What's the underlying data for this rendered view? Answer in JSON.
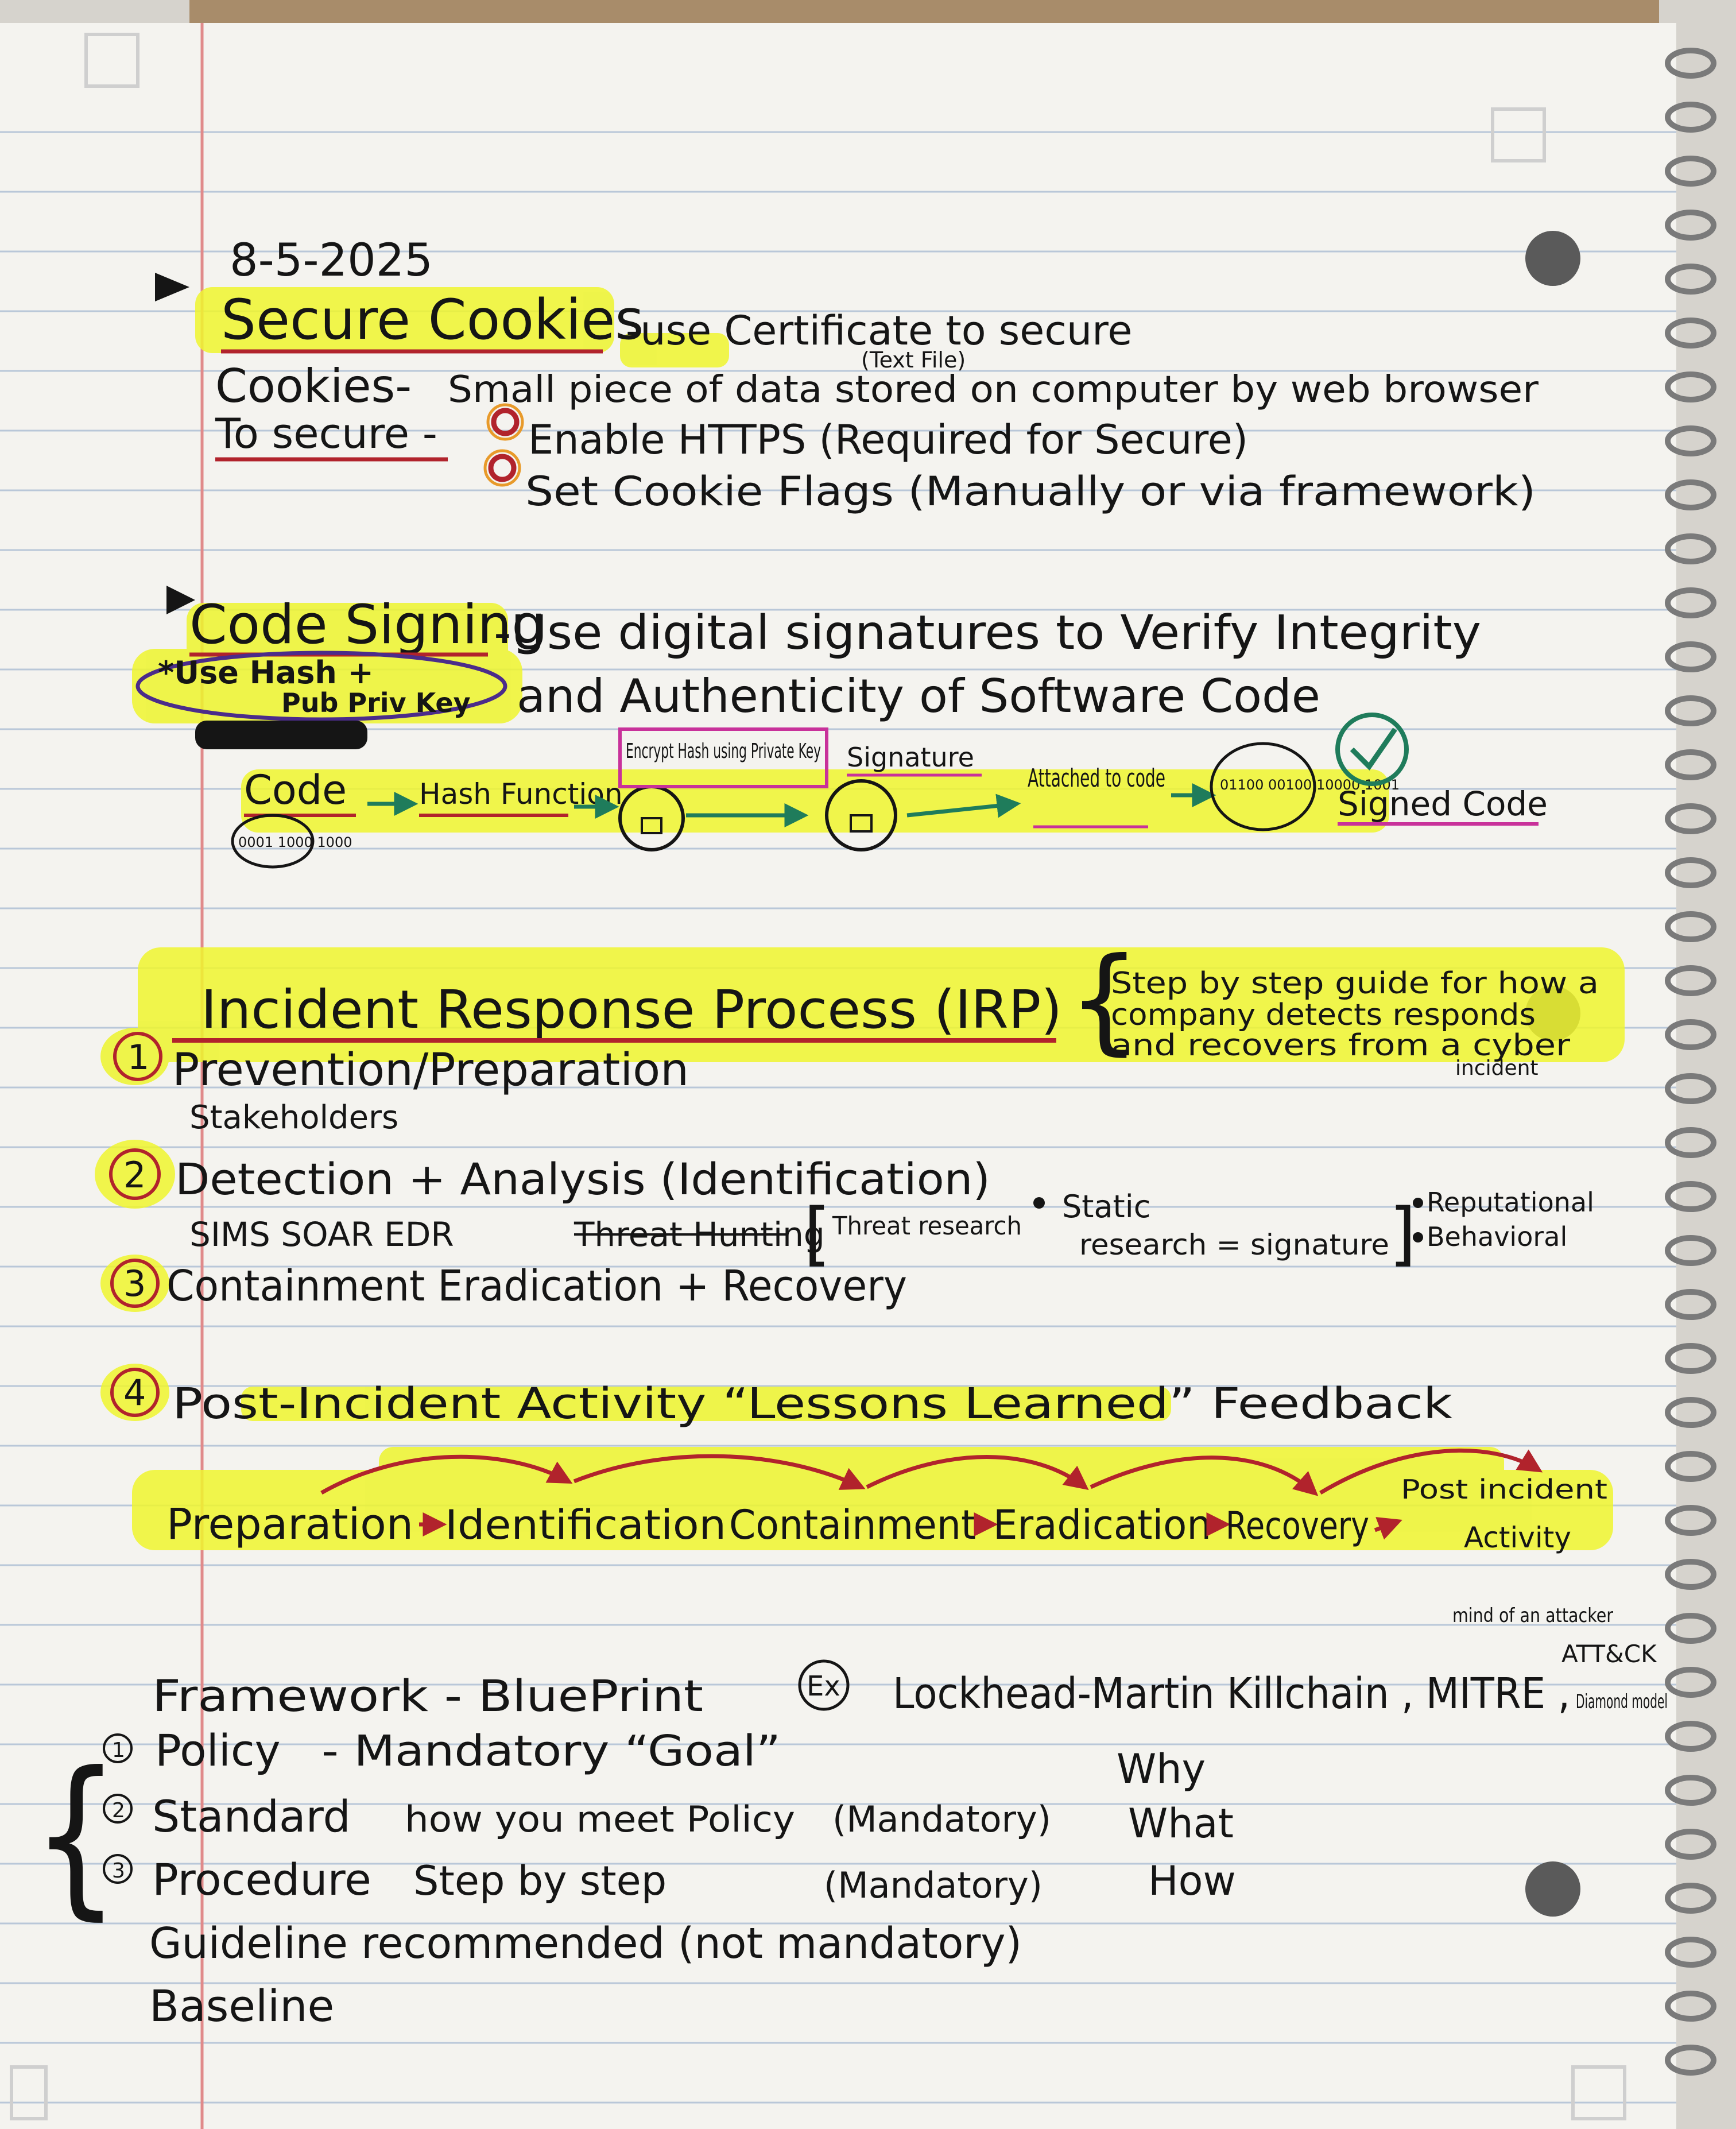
{
  "page": {
    "date": "8-5-2025",
    "colors": {
      "paper": "#f4f3ef",
      "rule_line": "#b9c7d8",
      "margin_line": "#e08a8a",
      "highlighter": "#eef52e",
      "ink_black": "#151515",
      "ink_red": "#b1232c",
      "ink_green": "#1f7c5b",
      "ink_pink": "#c8319a",
      "ink_purple": "#4b2c8a"
    }
  },
  "secure_cookies": {
    "heading": "Secure Cookies",
    "heading_note": "-use Certificate to secure",
    "definition_label": "Cookies-",
    "definition": "Small piece of data stored on computer by web browser",
    "definition_note": "(Text File)",
    "to_secure_label": "To secure -",
    "items": [
      "Enable HTTPS (Required for Secure)",
      "Set Cookie Flags (Manually or via framework)"
    ]
  },
  "code_signing": {
    "heading": "Code Signing",
    "description_1": "-Use digital signatures to Verify Integrity",
    "description_2": "and Authenticity of Software Code",
    "circled_note_1": "*Use Hash +",
    "circled_note_2": "Pub Priv Key",
    "flow": {
      "code": "Code",
      "code_bits": "0001 1000 1000",
      "hash_function": "Hash Function",
      "encrypt": "Encrypt Hash using Private Key",
      "signature": "Signature",
      "attached": "Attached to code",
      "blob_bits": "01100 00100 10000 1001",
      "signed": "Signed Code"
    }
  },
  "irp": {
    "heading": "Incident Response Process (IRP)",
    "side_note_1": "Step by step guide for how a",
    "side_note_2": "company detects responds",
    "side_note_3": "and recovers from a cyber",
    "side_note_4": "incident",
    "steps": [
      {
        "num": "1",
        "text": "Prevention/Preparation"
      },
      {
        "num": "2",
        "text": "Detection + Analysis (Identification)"
      },
      {
        "num": "3",
        "text": "Containment Eradication + Recovery"
      },
      {
        "num": "4",
        "text": "Post-Incident Activity “Lessons Learned” Feedback"
      }
    ],
    "stakeholders": "Stakeholders",
    "tools": "SIMS SOAR EDR",
    "threat_hunting": "Threat Hunting",
    "threat_research": "Threat research",
    "static": "Static",
    "research_signature": "research = signature",
    "reputational": "Reputational",
    "behavioral": "Behavioral"
  },
  "cycle": {
    "phases": [
      "Preparation",
      "Identification",
      "Containment",
      "Eradication",
      "Recovery"
    ],
    "post_1": "Post incident",
    "post_2": "Activity"
  },
  "framework": {
    "line": "Framework - BluePrint",
    "ex": "Ex",
    "examples": "Lockhead-Martin Killchain , MITRE ,",
    "attack": "ATT&CK",
    "mind_note": "mind of an attacker",
    "diamond": "Diamond model"
  },
  "governance": {
    "items": [
      {
        "num": "1",
        "name": "Policy",
        "desc": "- Mandatory “Goal”",
        "tag": "",
        "why": "Why"
      },
      {
        "num": "2",
        "name": "Standard",
        "desc": "how you meet Policy",
        "tag": "(Mandatory)",
        "why": "What"
      },
      {
        "num": "3",
        "name": "Procedure",
        "desc": "Step by step",
        "tag": "(Mandatory)",
        "why": "How"
      }
    ],
    "guideline": "Guideline recommended (not mandatory)",
    "baseline": "Baseline"
  }
}
